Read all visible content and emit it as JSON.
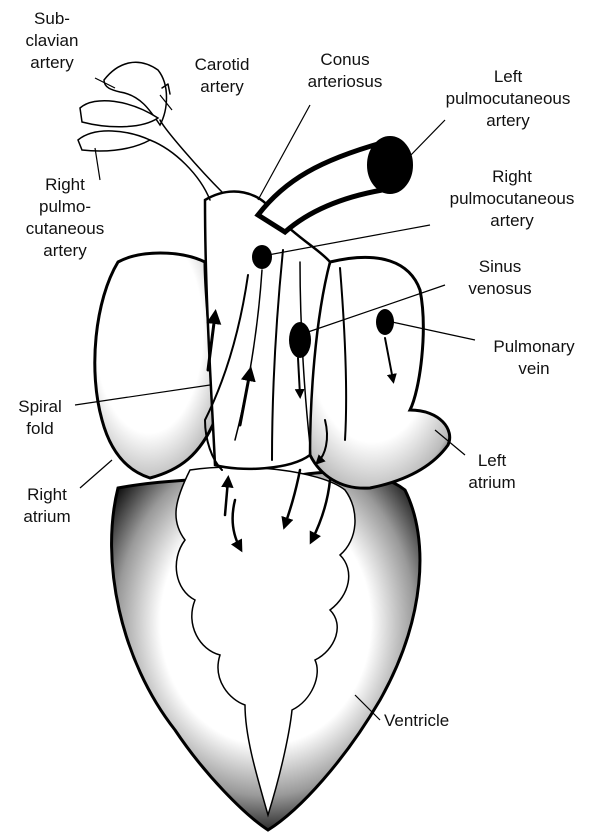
{
  "labels": {
    "subclavian_artery": [
      "Sub-",
      "clavian",
      "artery"
    ],
    "carotid_artery": [
      "Carotid",
      "artery"
    ],
    "conus_arteriosus": [
      "Conus",
      "arteriosus"
    ],
    "left_pulmocutaneous_artery": [
      "Left",
      "pulmocutaneous",
      "artery"
    ],
    "right_pulmocutaneous_artery_left": [
      "Right",
      "pulmo-",
      "cutaneous",
      "artery"
    ],
    "right_pulmocutaneous_artery_right": [
      "Right",
      "pulmocutaneous",
      "artery"
    ],
    "sinus_venosus": [
      "Sinus",
      "venosus"
    ],
    "pulmonary_vein": [
      "Pulmonary",
      "vein"
    ],
    "spiral_fold": [
      "Spiral",
      "fold"
    ],
    "left_atrium": [
      "Left",
      "atrium"
    ],
    "right_atrium": [
      "Right",
      "atrium"
    ],
    "ventricle": [
      "Ventricle"
    ]
  },
  "colors": {
    "ink": "#000000",
    "background": "#ffffff"
  }
}
